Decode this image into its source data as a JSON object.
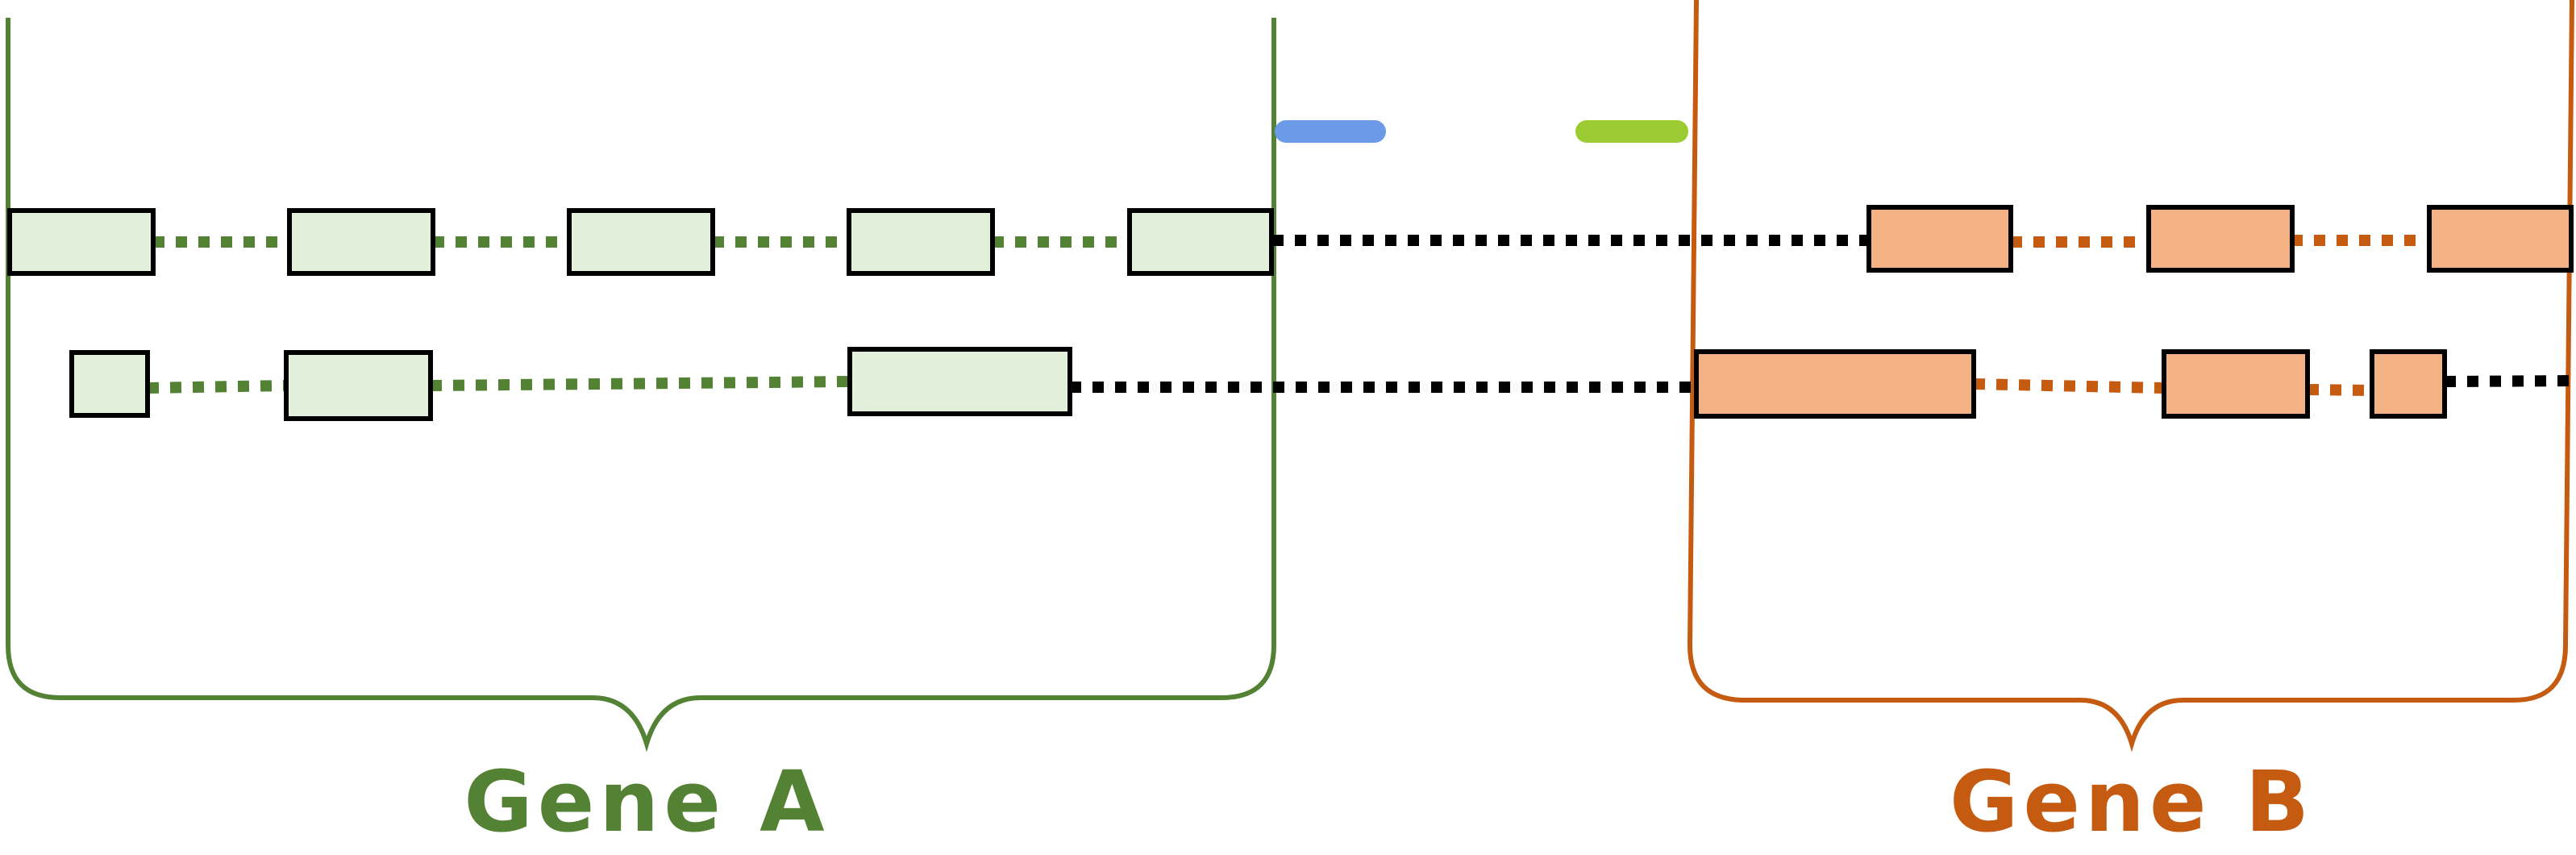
{
  "colors": {
    "gene_a": "#548235",
    "gene_a_exon_fill": "#e2efda",
    "gene_b": "#c55a11",
    "gene_b_exon_fill": "#f4b183",
    "exon_stroke": "#000000",
    "intergenic": "#000000",
    "probe_blue": "#6a9ae8",
    "probe_green": "#9acb32"
  },
  "genes": [
    {
      "id": "gene-a",
      "label": "Gene A",
      "color_key": "gene_a"
    },
    {
      "id": "gene-b",
      "label": "Gene B",
      "color_key": "gene_b"
    }
  ],
  "transcripts": [
    {
      "id": "transcript-1",
      "segments": [
        "gene_a_exon",
        "gene_a_intron",
        "gene_a_exon",
        "gene_a_intron",
        "gene_a_exon",
        "gene_a_intron",
        "gene_a_exon",
        "gene_a_intron",
        "gene_a_exon",
        "intergenic",
        "gene_b_exon",
        "gene_b_intron",
        "gene_b_exon",
        "gene_b_intron",
        "gene_b_exon"
      ]
    },
    {
      "id": "transcript-2",
      "segments": [
        "gene_a_exon",
        "gene_a_intron",
        "gene_a_exon",
        "gene_a_intron",
        "gene_a_exon",
        "intergenic",
        "gene_b_exon",
        "gene_b_intron",
        "gene_b_exon",
        "gene_b_intron",
        "gene_b_exon",
        "intergenic"
      ]
    }
  ],
  "probes": [
    {
      "id": "probe-blue",
      "color_key": "probe_blue"
    },
    {
      "id": "probe-green",
      "color_key": "probe_green"
    }
  ]
}
